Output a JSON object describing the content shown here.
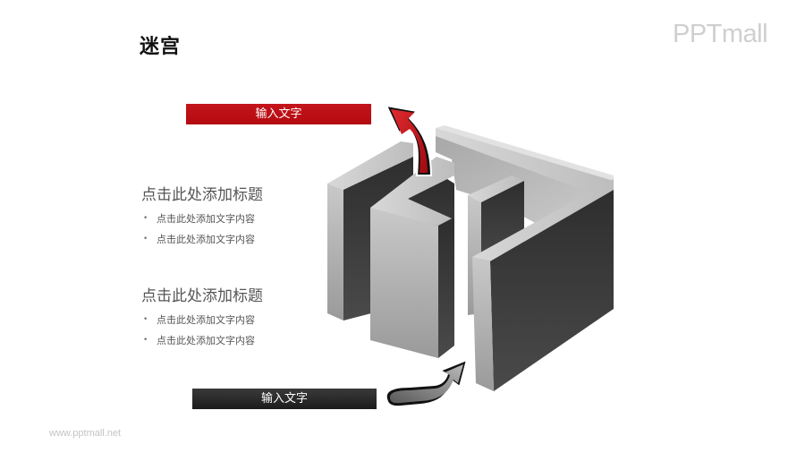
{
  "slide": {
    "title": "迷宫",
    "logo": "PPTmall",
    "footer_url": "www.pptmall.net"
  },
  "labels": {
    "exit_label": "输入文字",
    "entry_label": "输入文字"
  },
  "sections": [
    {
      "heading": "点击此处添加标题",
      "bullets": [
        "点击此处添加文字内容",
        "点击此处添加文字内容"
      ]
    },
    {
      "heading": "点击此处添加标题",
      "bullets": [
        "点击此处添加文字内容",
        "点击此处添加文字内容"
      ]
    }
  ],
  "diagram": {
    "type": "3d-maze",
    "exit_arrow": {
      "color": "#c4151b",
      "direction": "up-left"
    },
    "entry_arrow": {
      "color": "#7a7a7a",
      "direction": "up-right"
    }
  },
  "colors": {
    "accent_red": "#c4151b",
    "dark_box": "#262626",
    "text_gray": "#555555",
    "logo_gray": "#cfcfcf"
  }
}
